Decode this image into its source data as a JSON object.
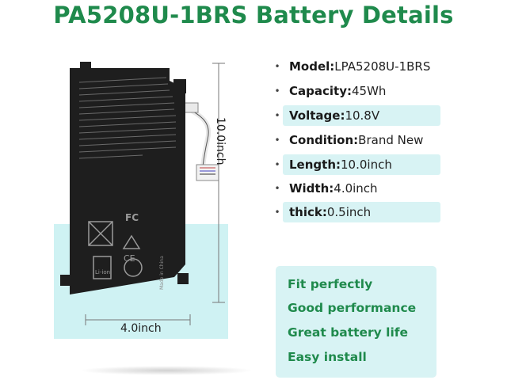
{
  "title": "PA5208U-1BRS Battery Details",
  "specs": [
    {
      "label": "Model:",
      "value": "LPA5208U-1BRS"
    },
    {
      "label": "Capacity:",
      "value": "45Wh"
    },
    {
      "label": "Voltage: ",
      "value": "10.8V"
    },
    {
      "label": "Condition: ",
      "value": "Brand New"
    },
    {
      "label": "Length:",
      "value": "10.0inch"
    },
    {
      "label": "Width:",
      "value": "4.0inch"
    },
    {
      "label": "thick:",
      "value": "0.5inch"
    }
  ],
  "bullet": "•",
  "dimensions": {
    "length": "10.0inch",
    "width": "4.0inch"
  },
  "features": [
    "Fit perfectly",
    "Good performance",
    "Great battery life",
    "Easy install"
  ],
  "battery_markings": {
    "fc": "FC",
    "ce": "CE",
    "made_in": "Made in China",
    "liion": "Li-ion"
  },
  "colors": {
    "title": "#1f8a4c",
    "panel": "#d8f3f4",
    "photo_bg": "#cff2f3",
    "battery": "#1e1e1e"
  }
}
